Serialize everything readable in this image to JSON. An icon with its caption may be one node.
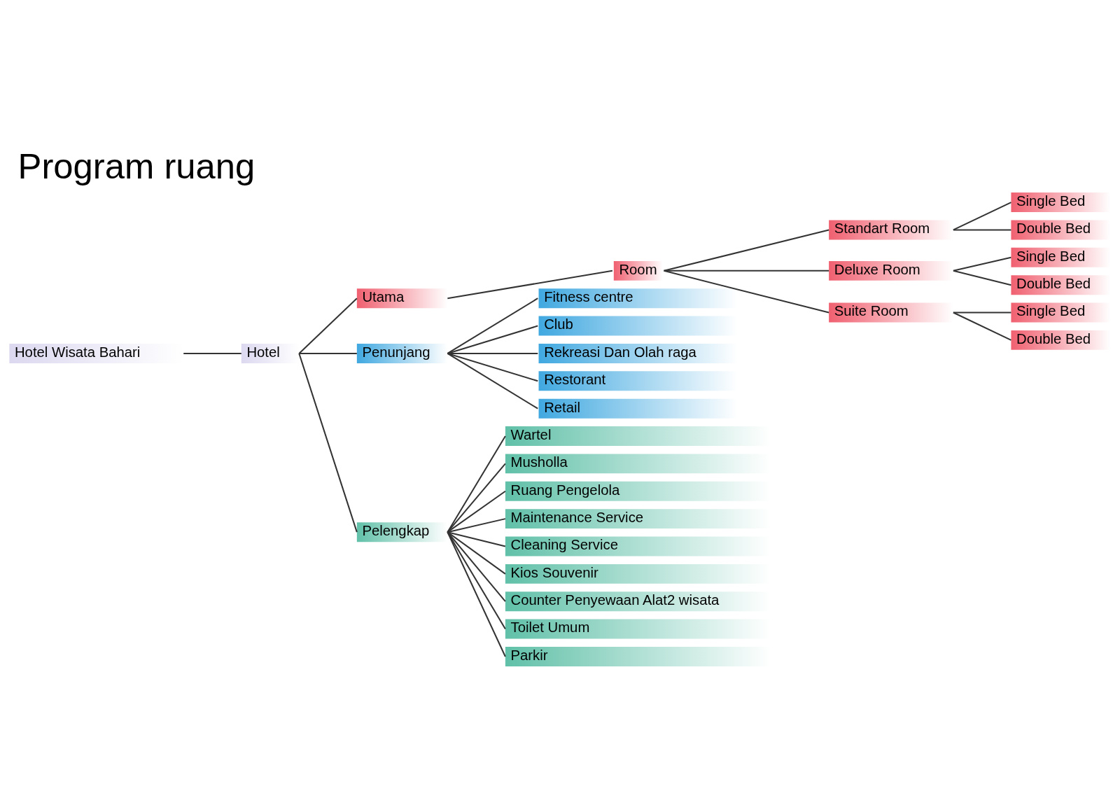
{
  "diagram": {
    "title": "Program ruang",
    "nodes": [
      {
        "text": [
          "Hotel Wisata Bahari"
        ]
      },
      {
        "text": [
          "Hotel"
        ]
      },
      {
        "text": [
          "Utama"
        ]
      },
      {
        "text": [
          "Penunjang"
        ]
      },
      {
        "text": [
          "Pelengkap"
        ]
      },
      {
        "text": [
          "Room"
        ]
      },
      {
        "text": [
          "Standart Room"
        ]
      },
      {
        "text": [
          "Deluxe Room"
        ]
      },
      {
        "text": [
          "Suite Room"
        ]
      },
      {
        "text": [
          "Single Bed"
        ]
      },
      {
        "text": [
          "Double Bed"
        ]
      },
      {
        "text": [
          "Single Bed"
        ]
      },
      {
        "text": [
          "Double Bed"
        ]
      },
      {
        "text": [
          "Single Bed"
        ]
      },
      {
        "text": [
          "Double Bed"
        ]
      },
      {
        "text": [
          "Fitness centre"
        ]
      },
      {
        "text": [
          "Club"
        ]
      },
      {
        "text": [
          "Rekreasi Dan Olah raga"
        ]
      },
      {
        "text": [
          "Restorant"
        ]
      },
      {
        "text": [
          "Retail"
        ]
      },
      {
        "text": [
          "Wartel"
        ]
      },
      {
        "text": [
          "Musholla"
        ]
      },
      {
        "text": [
          "Ruang Pengelola"
        ]
      },
      {
        "text": [
          "Maintenance Service"
        ]
      },
      {
        "text": [
          "Cleaning Service"
        ]
      },
      {
        "text": [
          "Kios Souvenir"
        ]
      },
      {
        "text": [
          "Counter Penyewaan Alat2 wisata"
        ]
      },
      {
        "text": [
          "Toilet Umum"
        ]
      },
      {
        "text": [
          "Parkir"
        ]
      }
    ],
    "edges": [
      {
        "from": 0,
        "to": 1,
        "arrow": "none"
      },
      {
        "from": 1,
        "to": 2,
        "arrow": "none"
      },
      {
        "from": 1,
        "to": 3,
        "arrow": "none"
      },
      {
        "from": 1,
        "to": 4,
        "arrow": "none"
      },
      {
        "from": 2,
        "to": 5,
        "arrow": "none"
      },
      {
        "from": 5,
        "to": 6,
        "arrow": "none"
      },
      {
        "from": 5,
        "to": 7,
        "arrow": "none"
      },
      {
        "from": 5,
        "to": 8,
        "arrow": "none"
      },
      {
        "from": 6,
        "to": 9,
        "arrow": "none"
      },
      {
        "from": 6,
        "to": 10,
        "arrow": "none"
      },
      {
        "from": 7,
        "to": 11,
        "arrow": "none"
      },
      {
        "from": 7,
        "to": 12,
        "arrow": "none"
      },
      {
        "from": 8,
        "to": 13,
        "arrow": "none"
      },
      {
        "from": 8,
        "to": 14,
        "arrow": "none"
      },
      {
        "from": 3,
        "to": 15,
        "arrow": "none"
      },
      {
        "from": 3,
        "to": 16,
        "arrow": "none"
      },
      {
        "from": 3,
        "to": 17,
        "arrow": "none"
      },
      {
        "from": 3,
        "to": 18,
        "arrow": "none"
      },
      {
        "from": 3,
        "to": 19,
        "arrow": "none"
      },
      {
        "from": 4,
        "to": 20,
        "arrow": "none"
      },
      {
        "from": 4,
        "to": 21,
        "arrow": "none"
      },
      {
        "from": 4,
        "to": 22,
        "arrow": "none"
      },
      {
        "from": 4,
        "to": 23,
        "arrow": "none"
      },
      {
        "from": 4,
        "to": 24,
        "arrow": "none"
      },
      {
        "from": 4,
        "to": 25,
        "arrow": "none"
      },
      {
        "from": 4,
        "to": 26,
        "arrow": "none"
      },
      {
        "from": 4,
        "to": 27,
        "arrow": "none"
      },
      {
        "from": 4,
        "to": 28,
        "arrow": "none"
      }
    ]
  }
}
